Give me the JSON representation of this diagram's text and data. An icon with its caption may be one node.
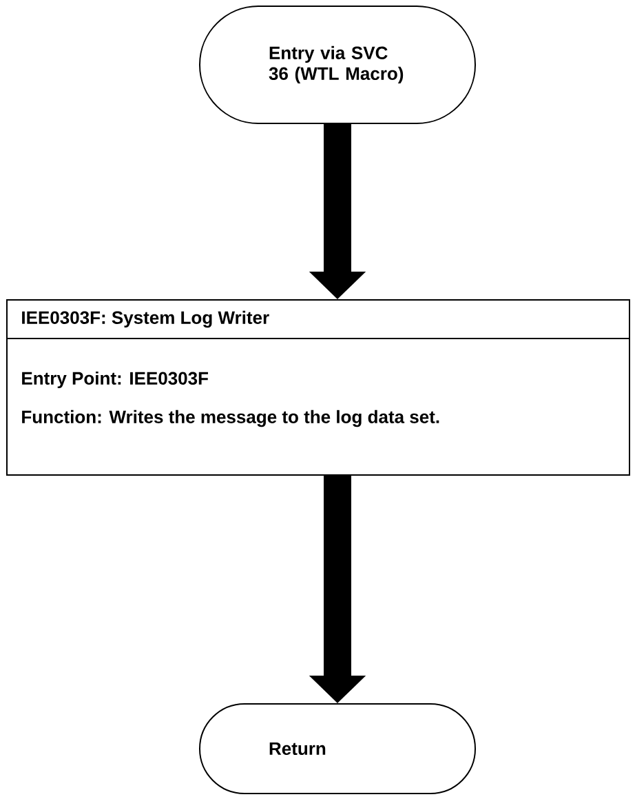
{
  "diagram": {
    "nodes": [
      {
        "text": [
          "Entry via SVC 36 (WTL Macro)"
        ]
      },
      {
        "text": [
          "IEE0303F: System Log Writer",
          "Entry Point: IEE0303F",
          "Function: Writes the message to the log data set."
        ]
      },
      {
        "text": [
          "Return"
        ]
      }
    ],
    "edges": [
      {
        "from": 0,
        "to": 1,
        "arrow": "to"
      },
      {
        "from": 1,
        "to": 2,
        "arrow": "to"
      }
    ]
  }
}
